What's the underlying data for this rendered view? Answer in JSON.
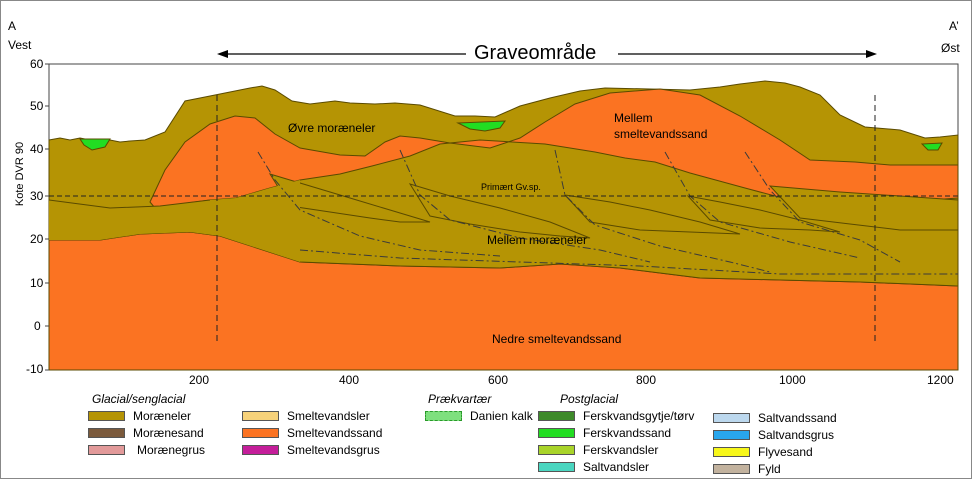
{
  "section": {
    "left_point": "A",
    "left_dir": "Vest",
    "right_point": "A’",
    "right_dir": "Øst",
    "excavation_label": "Graveområde",
    "y_axis_label": "Kote DVR 90",
    "gw_label": "Primært Gv.sp."
  },
  "y_ticks": [
    "60",
    "50",
    "40",
    "30",
    "20",
    "10",
    "0",
    "-10"
  ],
  "x_ticks": [
    "200",
    "400",
    "600",
    "800",
    "1000",
    "1200"
  ],
  "unit_labels": {
    "upper_till": "Øvre moræneler",
    "middle_sand_1": "Mellem",
    "middle_sand_2": "smeltevandssand",
    "middle_till": "Mellem moræneler",
    "lower_sand": "Nedre smeltevandssand"
  },
  "colors": {
    "till": "#b59404",
    "meltwater_sand": "#fb7322",
    "freshwater_sand": "#22dd22",
    "border": "#5a4a00"
  },
  "legend": {
    "glacial_head": "Glacial/senglacial",
    "prequaternary_head": "Prækvartær",
    "postglacial_head": "Postglacial",
    "glacial": [
      {
        "label": "Moræneler",
        "color": "#b59404"
      },
      {
        "label": "Morænesand",
        "color": "#7b5a3c"
      },
      {
        "label": "Morænegrus",
        "color": "#e29a9a"
      }
    ],
    "meltwater": [
      {
        "label": "Smeltevandsler",
        "color": "#f7d27a"
      },
      {
        "label": "Smeltevandssand",
        "color": "#fb7322"
      },
      {
        "label": "Smeltevandsgrus",
        "color": "#c41e9a"
      }
    ],
    "prequaternary": [
      {
        "label": "Danien kalk",
        "color": "#7ee07e"
      }
    ],
    "postglacial_a": [
      {
        "label": "Ferskvandsgytje/tørv",
        "color": "#3e8a2a"
      },
      {
        "label": "Ferskvandssand",
        "color": "#22dd22"
      },
      {
        "label": "Ferskvandsler",
        "color": "#a9d42a"
      },
      {
        "label": "Saltvandsler",
        "color": "#4ad6c0"
      }
    ],
    "postglacial_b": [
      {
        "label": "Saltvandssand",
        "color": "#bcd8ee"
      },
      {
        "label": "Saltvandsgrus",
        "color": "#29a6ec"
      },
      {
        "label": "Flyvesand",
        "color": "#f7f71a"
      },
      {
        "label": "Fyld",
        "color": "#c2b29e"
      }
    ]
  }
}
